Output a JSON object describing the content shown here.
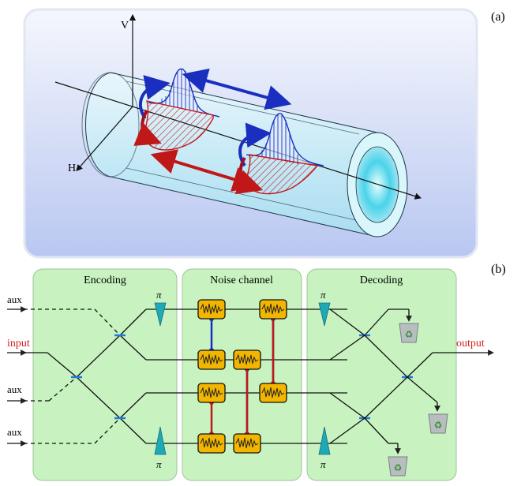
{
  "panel_a": {
    "label": "(a)",
    "axis_v": "V",
    "axis_h": "H"
  },
  "panel_b": {
    "label": "(b)",
    "boxes": {
      "encoding": "Encoding",
      "noise": "Noise channel",
      "decoding": "Decoding"
    },
    "ports": {
      "aux_top": "aux",
      "input": "input",
      "aux_mid": "aux",
      "aux_bottom": "aux",
      "output": "output"
    },
    "phase_top_left": "π",
    "phase_bottom_left": "π",
    "phase_top_right": "π",
    "phase_bottom_right": "π",
    "recycle_glyph": "♻"
  },
  "colors": {
    "box_fill": "#c8f3c0",
    "input_output_text": "#d42020",
    "blue_pulse": "#1a2fbf",
    "red_pulse": "#c01818",
    "phase_shifter": "#1fa8b5",
    "noise_block": "#f2b600"
  }
}
